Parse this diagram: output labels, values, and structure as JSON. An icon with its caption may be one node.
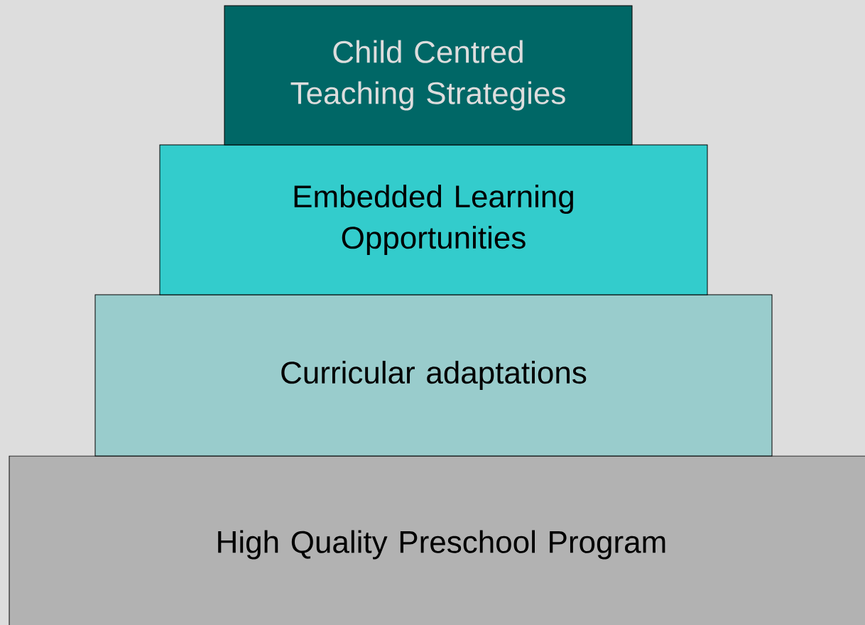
{
  "diagram": {
    "nodes": [
      {
        "text": [
          "Child Centred Teaching Strategies"
        ]
      },
      {
        "text": [
          "Embedded Learning Opportunities"
        ]
      },
      {
        "text": [
          "Curricular adaptations"
        ]
      },
      {
        "text": [
          "High Quality Preschool Program"
        ]
      }
    ]
  }
}
